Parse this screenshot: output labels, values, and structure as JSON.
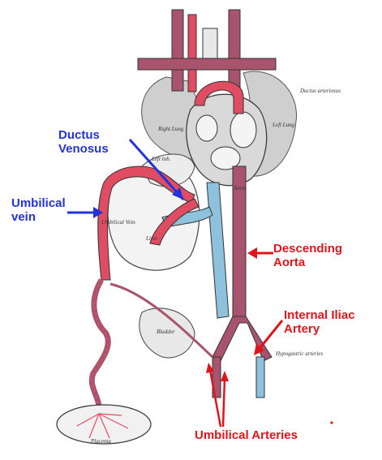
{
  "labels": {
    "ductus_venosus_line1": "Ductus",
    "ductus_venosus_line2": "Venosus",
    "umbilical_vein_line1": "Umbilical",
    "umbilical_vein_line2": "vein",
    "descending_aorta_line1": "Descending",
    "descending_aorta_line2": "Aorta",
    "internal_iliac_line1": "Internal Iliac",
    "internal_iliac_line2": "Artery",
    "umbilical_arteries": "Umbilical Arteries"
  },
  "fine_print": {
    "ductus_arteriosus": "Ductus arteriosus",
    "left_lung": "Left Lung",
    "right_lung": "Right Lung",
    "liver": "Liver",
    "left_lobe": "Left lob.",
    "aorta": "Aorta",
    "umbilical_vein_vessel": "Umbilical Vein",
    "bladder": "Bladder",
    "hypogastric_arteries": "Hypogastric arteries",
    "placenta": "Placenta"
  },
  "colors": {
    "artery": "#e04d63",
    "vein": "#8ec1dc",
    "mixed": "#a8546e",
    "lung": "#c9c9c9",
    "label_blue": "#2233dd",
    "label_red": "#e0151c"
  }
}
